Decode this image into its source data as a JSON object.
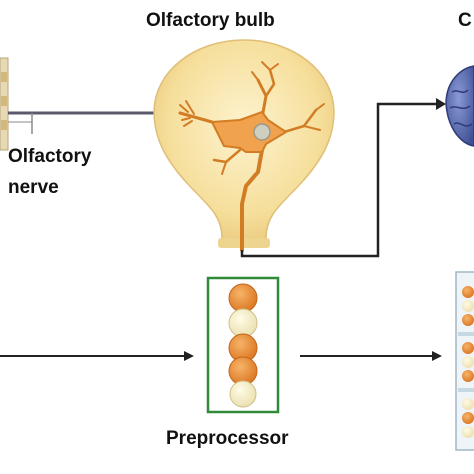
{
  "labels": {
    "olfactory_bulb": "Olfactory bulb",
    "olfactory_nerve_line1": "Olfactory",
    "olfactory_nerve_line2": "nerve",
    "preprocessor": "Preprocessor",
    "cut_off_heading": "C"
  },
  "icons": [
    "olfactory-bulb-bulb-icon",
    "neuron-icon",
    "brain-icon",
    "receptor-strip-icon",
    "preprocessor-column-icon",
    "output-column-icon"
  ],
  "colors": {
    "bulb_fill": "#f7e3a6",
    "neuron": "#d9842b",
    "preprocessor_frame": "#2f8a3a",
    "orange_ball": "#e88a2f",
    "cream_ball": "#f6efc6",
    "brain": "#5b6fb5",
    "lines": "#222222"
  },
  "preprocessor_units": [
    "orange",
    "cream",
    "orange",
    "orange",
    "cream"
  ]
}
